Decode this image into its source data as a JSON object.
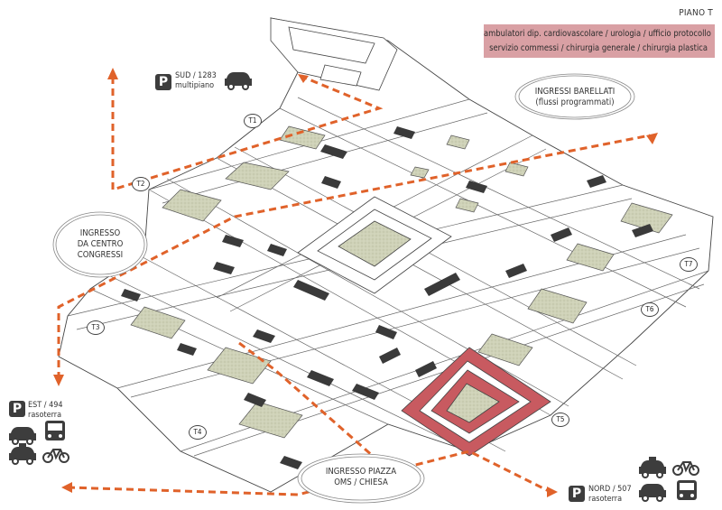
{
  "floor_label": "PIANO T",
  "banner": {
    "lines": [
      "ambulatori dip. cardiovascolare / urologia / ufficio protocollo",
      "servizio commessi / chirurgia generale / chirurgia plastica"
    ],
    "color": "#d9a0a4"
  },
  "entrances": {
    "barellati": [
      "INGRESSI BARELLATI",
      "(flussi programmati)"
    ],
    "congressi": [
      "INGRESSO",
      "DA CENTRO",
      "CONGRESSI"
    ],
    "piazza": [
      "INGRESSO PIAZZA",
      "OMS / CHIESA"
    ]
  },
  "parking": {
    "sud": {
      "icon": "P",
      "line1": "SUD / 1283",
      "line2": "multipiano",
      "transport": [
        "car-icon"
      ]
    },
    "est": {
      "icon": "P",
      "line1": "EST / 494",
      "line2": "rasoterra",
      "transport": [
        "car-icon",
        "bus-icon",
        "taxi-icon",
        "bicycle-icon"
      ]
    },
    "nord": {
      "icon": "P",
      "line1": "NORD / 507",
      "line2": "rasoterra",
      "transport": [
        "taxi-icon",
        "bicycle-icon",
        "car-icon",
        "bus-icon"
      ]
    }
  },
  "towers": [
    "T1",
    "T2",
    "T3",
    "T4",
    "T5",
    "T6",
    "T7"
  ],
  "colors": {
    "arrow": "#e0622a",
    "highlight": "#c85a60",
    "courtyard": "#c9ccb0",
    "dark_block": "#3a3a3a"
  }
}
